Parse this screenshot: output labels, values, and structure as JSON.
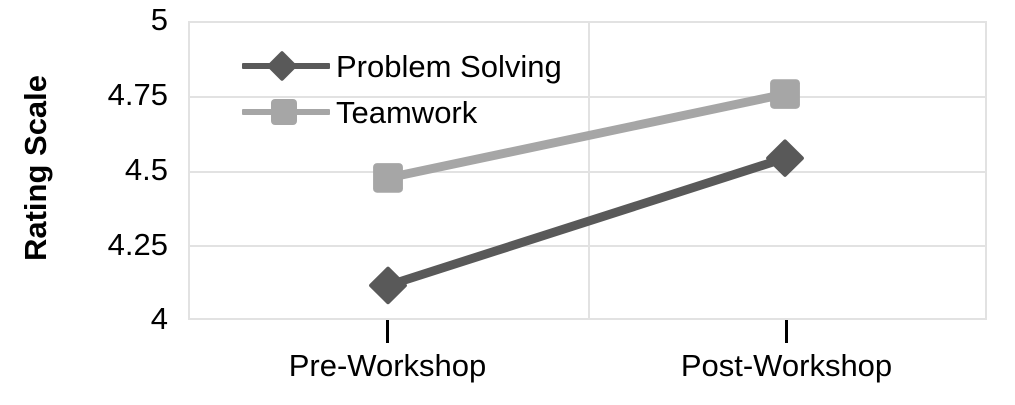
{
  "chart_data": {
    "type": "line",
    "title": "",
    "xlabel": "",
    "ylabel": "Rating Scale",
    "categories": [
      "Pre-Workshop",
      "Post-Workshop"
    ],
    "ylim": [
      4,
      5
    ],
    "yticks": [
      "5",
      "4.75",
      "4.5",
      "4.25",
      "4"
    ],
    "ytick_values": [
      5,
      4.75,
      4.5,
      4.25,
      4
    ],
    "grid": true,
    "legend_position": "top-left inside plot",
    "series": [
      {
        "name": "Problem Solving",
        "values": [
          4.11,
          4.54
        ],
        "color": "#595959",
        "marker": "diamond"
      },
      {
        "name": "Teamwork",
        "values": [
          4.48,
          4.76
        ],
        "color": "#a6a6a6",
        "marker": "square"
      }
    ]
  },
  "axes": {
    "y_title": "Rating Scale",
    "y_tick_labels": [
      "5",
      "4.75",
      "4.5",
      "4.25",
      "4"
    ],
    "x_tick_labels": [
      "Pre-Workshop",
      "Post-Workshop"
    ]
  },
  "legend": {
    "items": [
      {
        "label": "Problem Solving",
        "color": "#595959",
        "marker": "diamond-marker"
      },
      {
        "label": "Teamwork",
        "color": "#a6a6a6",
        "marker": "square-marker"
      }
    ]
  },
  "colors": {
    "problem_solving": "#595959",
    "teamwork": "#a6a6a6",
    "gridline": "#e2e2e2",
    "text": "#000000",
    "background": "#ffffff"
  }
}
